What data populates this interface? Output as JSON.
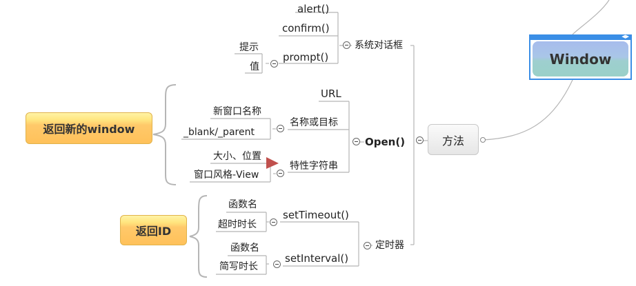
{
  "root": {
    "label": "Window"
  },
  "method": {
    "label": "方法"
  },
  "dialogs": {
    "label": "系统对话框",
    "items": [
      "alert()",
      "confirm()",
      "prompt()"
    ],
    "prompt_params": [
      "提示",
      "值"
    ]
  },
  "open": {
    "label": "Open()",
    "children": [
      "URL",
      "名称或目标",
      "特性字符串"
    ],
    "target_values": [
      "新窗口名称",
      "_blank/_parent"
    ],
    "feature_values": [
      "大小、位置",
      "窗口风格-View"
    ],
    "returns": "返回新的window"
  },
  "timer": {
    "label": "定时器",
    "set_timeout": "setTimeout()",
    "set_interval": "setInterval()",
    "timeout_params": [
      "函数名",
      "超时时长"
    ],
    "interval_params": [
      "函数名",
      "简写时长"
    ],
    "returns": "返回ID"
  },
  "colors": {
    "window_accent": "#3a8ee6",
    "callout_yellow": "#ffc96a",
    "link_gray": "#b5b5b5",
    "arrow_red": "#c0504d"
  }
}
